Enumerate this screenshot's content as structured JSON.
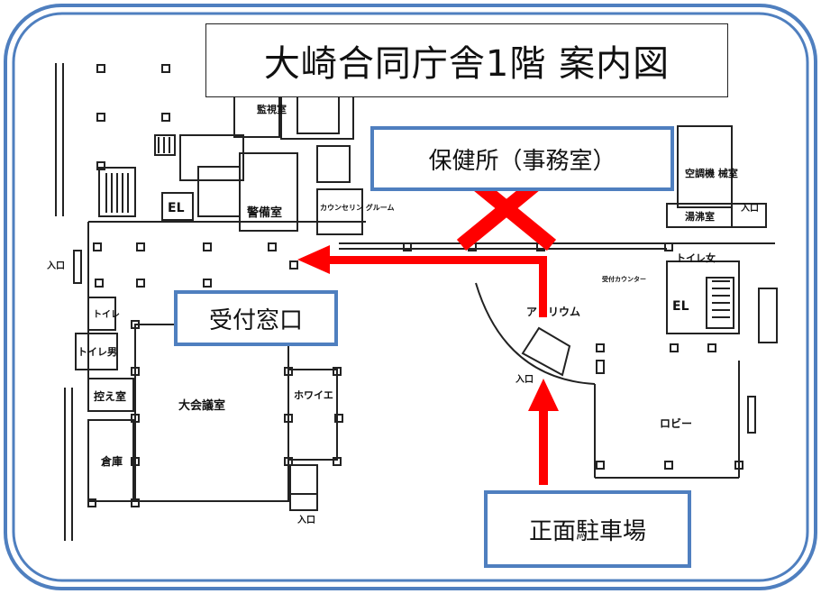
{
  "map": {
    "title": "大崎合同庁舎1階 案内図",
    "callouts": {
      "health_center": "保健所（事務室）",
      "reception": "受付窓口",
      "front_parking": "正面駐車場"
    },
    "floor_labels": {
      "monitoring_room": "監視室",
      "elevator_left": "EL",
      "security_room": "警備室",
      "counseling_room": "カウンセリン グルーム",
      "ac_machine_room": "空調機 械室",
      "boiler_room": "湯沸室",
      "entrance_right": "入口",
      "entrance_left": "入口",
      "toilet_women": "トイレ女",
      "reception_counter": "受付カウンター",
      "elevator_right": "EL",
      "toilet": "トイレ",
      "toilet_men": "トイレ男",
      "atrium": "アトリウム",
      "entrance_atrium": "入口",
      "waiting_room": "控え室",
      "main_conference_room": "大会議室",
      "foyer": "ホワイエ",
      "lobby": "ロビー",
      "storage": "倉庫",
      "entrance_bottom": "入口"
    },
    "colors": {
      "frame": "#4f7fbf",
      "arrow": "#ff0000",
      "cross": "#ff0000",
      "plan_lines": "#222222"
    },
    "icons": [
      "no-entry-cross-icon",
      "route-arrow-icon",
      "up-arrow-icon"
    ]
  }
}
